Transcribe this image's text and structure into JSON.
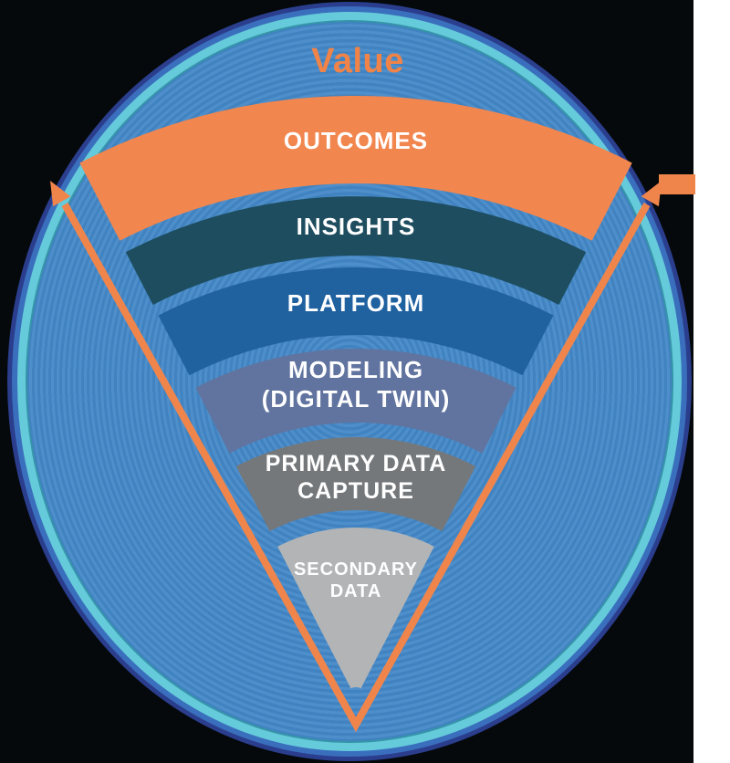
{
  "title": {
    "text": "Value",
    "color": "#f08347"
  },
  "funnel": {
    "layers": [
      {
        "name": "outcomes",
        "label": "OUTCOMES",
        "color": "#f2864f"
      },
      {
        "name": "insights",
        "label": "INSIGHTS",
        "color": "#1d4d5f"
      },
      {
        "name": "platform",
        "label": "PLATFORM",
        "color": "#2061a0"
      },
      {
        "name": "modeling",
        "line1": "MODELING",
        "line2": "(DIGITAL TWIN)",
        "color": "#61749f"
      },
      {
        "name": "primary-data-capture",
        "line1": "PRIMARY DATA",
        "line2": "CAPTURE",
        "color": "#74787b"
      },
      {
        "name": "secondary-data",
        "line1": "SECONDARY",
        "line2": "DATA",
        "color": "#b2b4b6"
      }
    ],
    "label_text_color": "#ffffff"
  },
  "arrow": {
    "color": "#f0854c"
  },
  "background": {
    "panel": "#05090b",
    "right_strip": "#ffffff",
    "ellipse_fill": "#4489c8",
    "ring_navy": "#2b3e8d",
    "ring_blue": "#3a6fbd",
    "ring_cyan": "#65cbda"
  }
}
